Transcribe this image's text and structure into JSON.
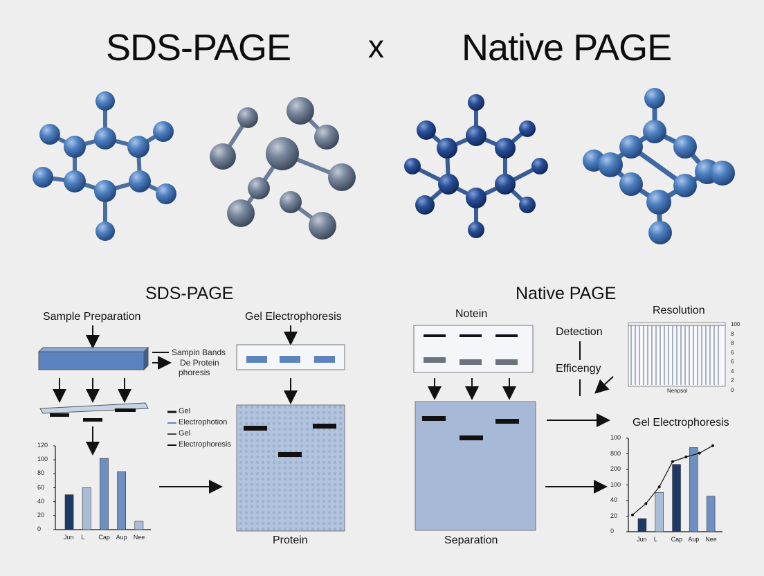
{
  "header": {
    "left_title": "SDS-PAGE",
    "separator": "x",
    "right_title": "Native PAGE"
  },
  "colors": {
    "background": "#eeeeee",
    "atom_blue": "#3f6ea8",
    "atom_grey": "#6b7a8f",
    "atom_navy": "#1f3f80",
    "gel": "#a7b9d6",
    "bar_dark": "#1d3a66",
    "bar_light": "#a9bcd8",
    "bar_mid": "#6e8fbf"
  },
  "left_panel": {
    "heading": "SDS-PAGE",
    "sample_preparation": "Sample Preparation",
    "side_labels": [
      "Sampin Bands",
      "De Protein",
      "phoresis"
    ],
    "gel_electrophoresis": "Gel Electrophoresis",
    "legend": [
      "Gel",
      "Electrophotion",
      "Gel",
      "Electrophoresis"
    ],
    "gel_caption": "Protein"
  },
  "right_panel": {
    "heading": "Native PAGE",
    "notein": "Notein",
    "detection": "Detection",
    "efficiency": "Efficengy",
    "resolution": "Resolution",
    "resolution_axis_label": "Nenpsol",
    "resolution_ticks": [
      "100",
      "8",
      "8",
      "6",
      "6",
      "4",
      "2",
      "0"
    ],
    "gel_electrophoresis": "Gel Electrophoresis",
    "gel_caption": "Separation"
  },
  "chart_data": [
    {
      "type": "bar",
      "categories": [
        "Jun",
        "L",
        "Cap",
        "Aup",
        "Nee"
      ],
      "values": [
        50,
        60,
        102,
        83,
        12
      ],
      "ylim": [
        0,
        120
      ],
      "yticks": [
        "120",
        "100",
        "80",
        "60",
        "40",
        "20",
        "0"
      ]
    },
    {
      "type": "bar",
      "categories": [
        "Jun",
        "L",
        "Cap",
        "Aup",
        "Nee"
      ],
      "values": [
        14,
        42,
        72,
        90,
        38
      ],
      "line_values": [
        18,
        30,
        48,
        75,
        80,
        84,
        92
      ],
      "ylim": [
        0,
        100
      ],
      "yticks": [
        "100",
        "800",
        "200",
        "100",
        "40",
        "20",
        "0"
      ]
    }
  ]
}
